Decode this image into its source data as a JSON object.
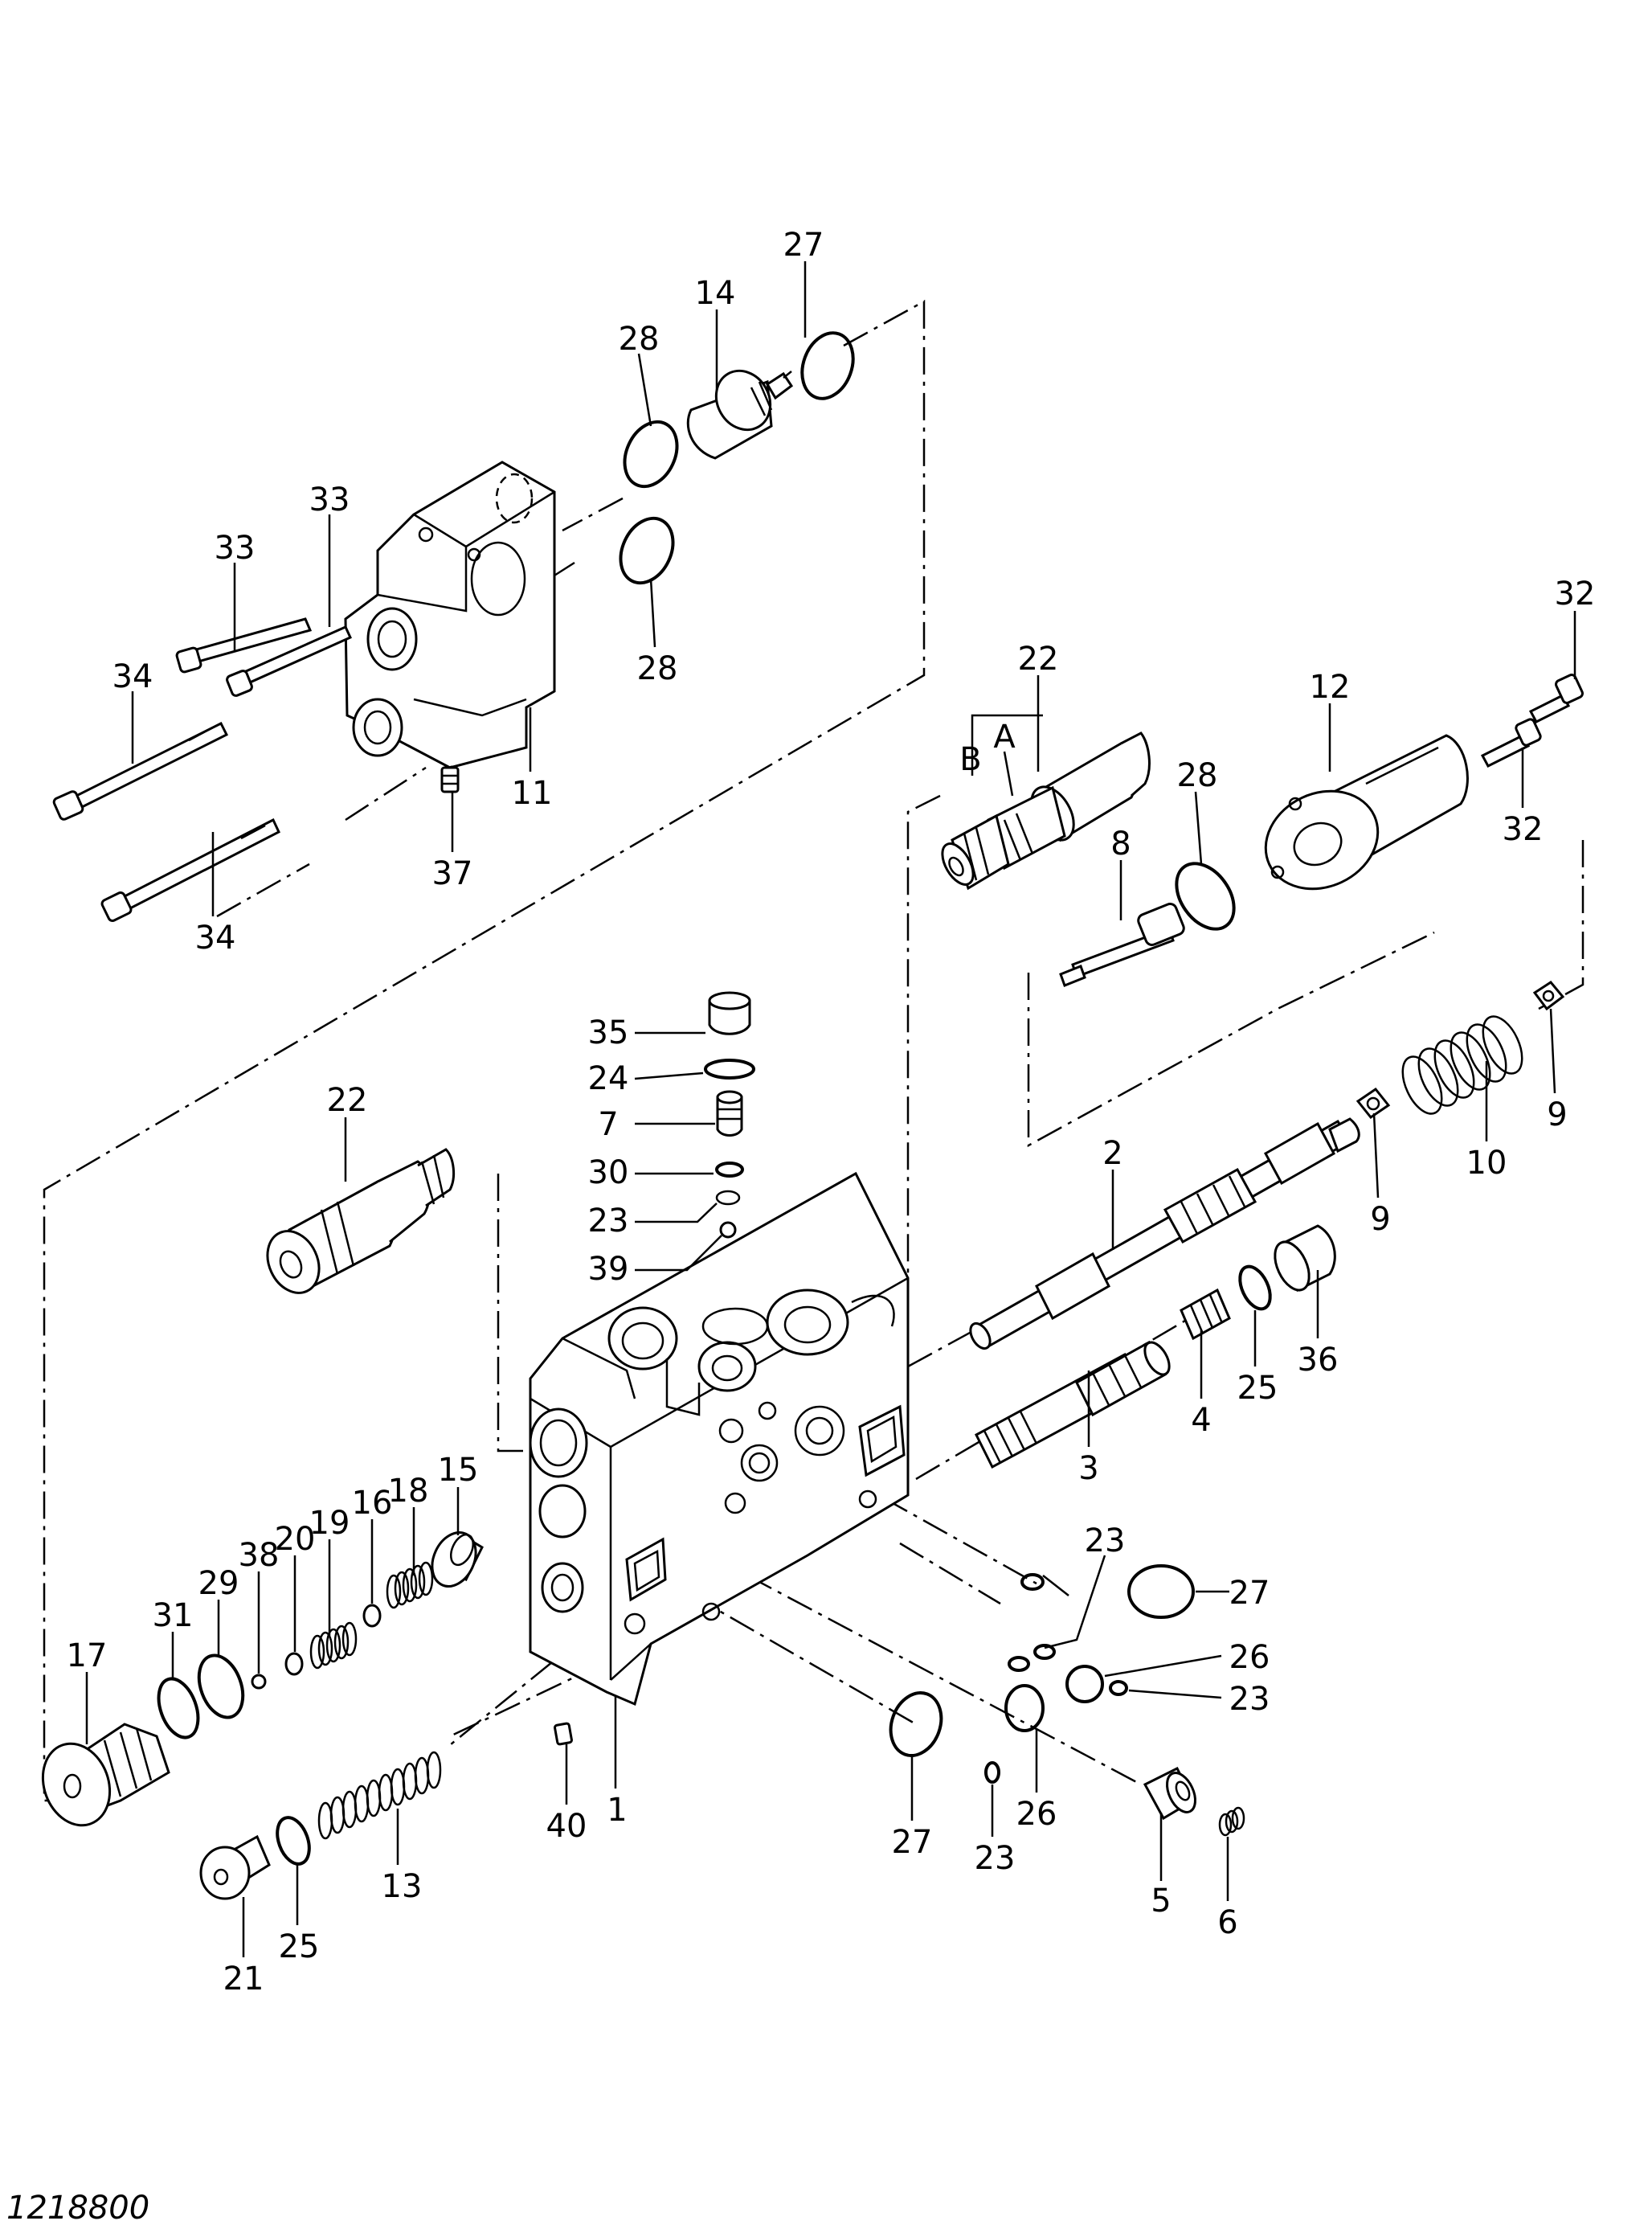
{
  "drawing_number": "1218800",
  "callouts": {
    "c1": "1",
    "c2": "2",
    "c3": "3",
    "c4": "4",
    "c5": "5",
    "c6": "6",
    "c7": "7",
    "c8": "8",
    "c9a": "9",
    "c9b": "9",
    "c10": "10",
    "c11": "11",
    "c12": "12",
    "c13": "13",
    "c14": "14",
    "c15": "15",
    "c16": "16",
    "c17": "17",
    "c18": "18",
    "c19": "19",
    "c20": "20",
    "c21": "21",
    "c22a": "22",
    "c22b": "22",
    "c23a": "23",
    "c23b": "23",
    "c23c": "23",
    "c23d": "23",
    "c24": "24",
    "c25a": "25",
    "c25b": "25",
    "c26a": "26",
    "c26b": "26",
    "c27a": "27",
    "c27b": "27",
    "c27c": "27",
    "c28a": "28",
    "c28b": "28",
    "c28c": "28",
    "c29": "29",
    "c30": "30",
    "c31": "31",
    "c32a": "32",
    "c32b": "32",
    "c33a": "33",
    "c33b": "33",
    "c34a": "34",
    "c34b": "34",
    "c35": "35",
    "c36": "36",
    "c37": "37",
    "c38": "38",
    "c39": "39",
    "c40": "40",
    "portA": "A",
    "portB": "B"
  }
}
